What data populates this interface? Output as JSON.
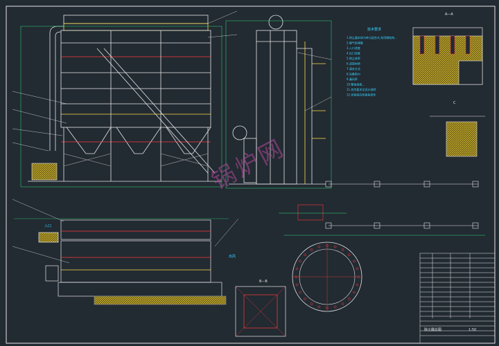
{
  "watermark": "锅炉网",
  "flow_labels": {
    "inlet": "入口",
    "outlet": "出风"
  },
  "tech_notes": {
    "title": "技术要求",
    "lines": [
      "1.除尘器本体为单元组合式,采用钢结构...",
      "2.烟气处理量",
      "3.入口浓度",
      "4.出口浓度",
      "5.除尘效率",
      "6.滤袋材质",
      "7.清灰方式",
      "8.设备阻力",
      "9.漏风率",
      "10.整体高度...",
      "11.其余要求见设计说明",
      "12.安装前应检查各部件"
    ]
  },
  "detail_labels": {
    "a": "A—A",
    "b": "B—B",
    "c": "C"
  },
  "title_block": {
    "drawing_name": "除尘器总图",
    "scale": "1:50"
  },
  "colors": {
    "background": "#222a32",
    "outline": "#e8e8e8",
    "red": "#ff3b3b",
    "yellow": "#ffe24a",
    "green": "#2fe27a",
    "cyan": "#37d5ff",
    "magenta": "#ff4fd8",
    "hatch": "#d8c23a"
  }
}
